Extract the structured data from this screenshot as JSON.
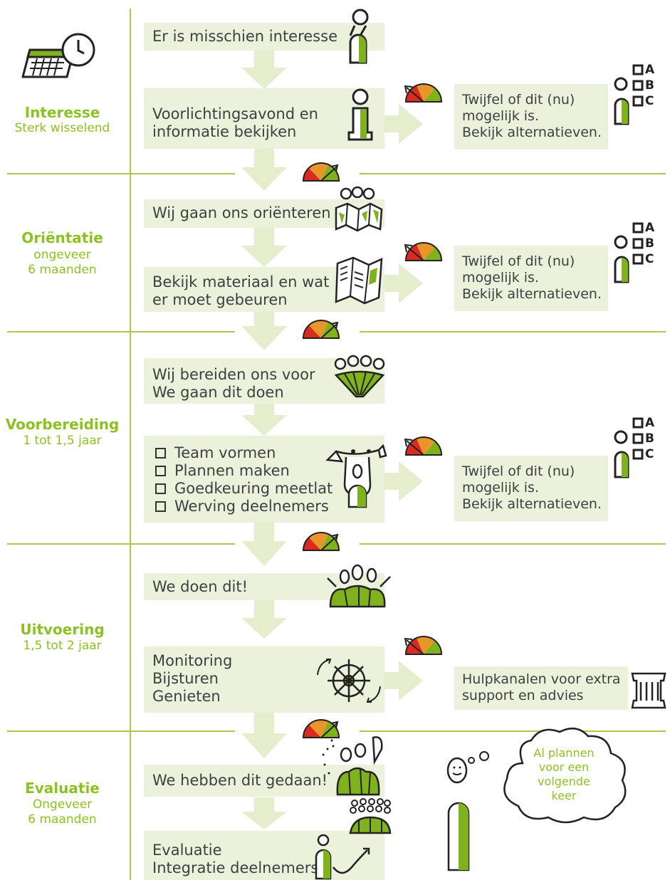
{
  "colors": {
    "accent": "#8cc21f",
    "box": "#ecf1dc",
    "arrow": "#e5edcc",
    "line": "#a8cc4a",
    "meter_red": "#d92b1f",
    "meter_orange": "#e8952a",
    "meter_green": "#7fb21c"
  },
  "phases": {
    "interesse": {
      "name": "Interesse",
      "duration": [
        "Sterk wisselend"
      ]
    },
    "orientatie": {
      "name": "Oriëntatie",
      "duration": [
        "ongeveer",
        "6 maanden"
      ]
    },
    "voorbereiding": {
      "name": "Voorbereiding",
      "duration": [
        "1 tot 1,5 jaar"
      ]
    },
    "uitvoering": {
      "name": "Uitvoering",
      "duration": [
        "1,5 tot 2 jaar"
      ]
    },
    "evaluatie": {
      "name": "Evaluatie",
      "duration": [
        "Ongeveer",
        "6 maanden"
      ]
    }
  },
  "steps": {
    "s1": [
      "Er is misschien interesse"
    ],
    "s2": [
      "Voorlichtingsavond en",
      "informatie bekijken"
    ],
    "s3": [
      "Wij gaan ons oriënteren"
    ],
    "s4": [
      "Bekijk materiaal en wat",
      "er moet gebeuren"
    ],
    "s5": [
      "Wij bereiden ons voor",
      "We gaan dit doen"
    ],
    "s6": [
      "Team vormen",
      "Plannen maken",
      "Goedkeuring meetlat",
      "Werving deelnemers"
    ],
    "s7": [
      "We doen dit!"
    ],
    "s8": [
      "Monitoring",
      "Bijsturen",
      "Genieten"
    ],
    "s9": [
      "We hebben dit gedaan!"
    ],
    "s10": [
      "Evaluatie",
      "Integratie deelnemers"
    ]
  },
  "side": {
    "doubt1": [
      "Twijfel of dit (nu)",
      "mogelijk is.",
      "Bekijk alternatieven."
    ],
    "doubt2": [
      "Twijfel of dit (nu)",
      "mogelijk is.",
      "Bekijk alternatieven."
    ],
    "doubt3": [
      "Twijfel of dit (nu)",
      "mogelijk is.",
      "Bekijk alternatieven."
    ],
    "help": [
      "Hulpkanalen voor extra",
      "support en advies"
    ],
    "abc": [
      "A",
      "B",
      "C"
    ]
  },
  "thought": [
    "Al plannen",
    "voor een",
    "volgende keer"
  ],
  "icons": {
    "meter": "gauge-icon",
    "person": "person-icon",
    "info": "info-icon",
    "calendar": "calendar-clock-icon",
    "group": "group-icon",
    "map": "map-icon",
    "team": "team-icon",
    "wheel": "steering-wheel-icon",
    "support": "support-building-icon",
    "cloud": "thought-cloud-icon"
  }
}
